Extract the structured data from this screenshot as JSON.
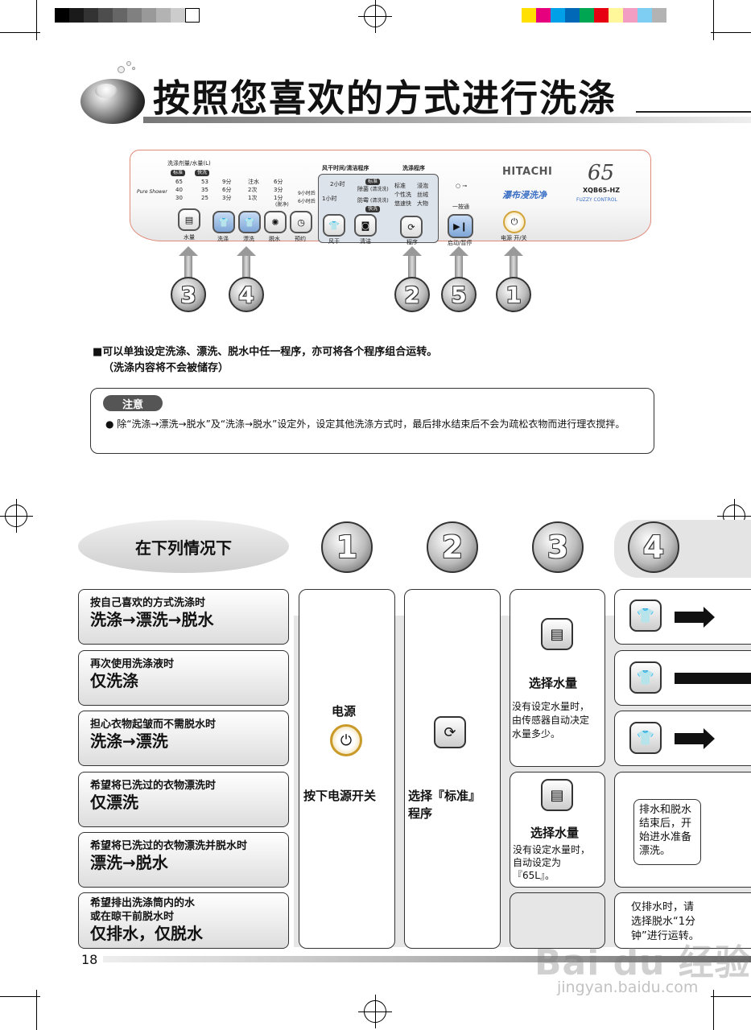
{
  "page": {
    "title": "按照您喜欢的方式进行洗涤",
    "page_number": "18"
  },
  "panel": {
    "detergent_label": "洗涤剂量/水量(L)",
    "tag_standard": "标准",
    "tag_quick": "快洗",
    "water_levels": [
      "65",
      "53",
      "40",
      "35",
      "30",
      "25"
    ],
    "wash_times": [
      "9分",
      "6分",
      "3分"
    ],
    "rinse_options": [
      "注水",
      "2次",
      "1次"
    ],
    "spin_times": [
      "6分",
      "3分",
      "1分"
    ],
    "spin_note": "(脱净)",
    "timer_options": [
      "9小时后",
      "6小时后"
    ],
    "dry_header": "风干时间/清洁程序",
    "dry_times": [
      "2小时",
      "1小时"
    ],
    "dry_programs": [
      "除菌",
      "防霉"
    ],
    "dry_program_notes": [
      "(清洗洗)",
      "(清洗洗)"
    ],
    "program_header": "洗涤程序",
    "programs": [
      "标准",
      "浸泡",
      "个性洗",
      "丝绒",
      "悠速快",
      "大物"
    ],
    "oneclick_label": "一按通",
    "lock_symbol": "○ ⊸",
    "brand": "HITACHI",
    "brand_cn": "瀑布浸洗净",
    "model_big": "65",
    "model": "XQB65-HZ",
    "fuzzy": "FUZZY CONTROL",
    "logo_text": "Pure Shower",
    "btn_water": "水量",
    "btn_wash": "洗涤",
    "btn_rinse": "漂洗",
    "btn_spin": "脱水",
    "btn_timer": "预约",
    "btn_dry": "风干",
    "btn_clean": "清洁",
    "btn_program": "程序",
    "btn_start": "启动/暂停",
    "btn_power": "电源 开/关"
  },
  "callouts": [
    "3",
    "4",
    "2",
    "5",
    "1"
  ],
  "description": {
    "line1": "■可以单独设定洗涤、漂洗、脱水中任一程序，亦可将各个程序组合运转。",
    "line2": "（洗涤内容将不会被储存）"
  },
  "notice": {
    "tag": "注意",
    "text": "● 除“洗涤→漂洗→脱水”及“洗涤→脱水”设定外，设定其他洗涤方式时，最后排水结束后不会为疏松衣物而进行理衣搅拌。"
  },
  "table": {
    "header_conditions": "在下列情况下",
    "step_numbers": [
      "1",
      "2",
      "3",
      "4"
    ],
    "conditions": [
      {
        "sub": "按自己喜欢的方式洗涤时",
        "main": "洗涤→漂洗→脱水"
      },
      {
        "sub": "再次使用洗涤液时",
        "main": "仅洗涤"
      },
      {
        "sub": "担心衣物起皱而不需脱水时",
        "main": "洗涤→漂洗"
      },
      {
        "sub": "希望将已洗过的衣物漂洗时",
        "main": "仅漂洗"
      },
      {
        "sub": "希望将已洗过的衣物漂洗并脱水时",
        "main": "漂洗→脱水"
      },
      {
        "sub1": "希望排出洗涤筒内的水",
        "sub2": "或在晾干前脱水时",
        "main": "仅排水，仅脱水"
      }
    ],
    "col1": {
      "title": "电源",
      "action": "按下电源开关"
    },
    "col2": {
      "line1": "选择『标准』",
      "line2": "程序"
    },
    "col3a": {
      "title": "选择水量",
      "l1": "没有设定水量时，",
      "l2": "由传感器自动决定",
      "l3": "水量多少。"
    },
    "col3b": {
      "title": "选择水量",
      "l1": "没有设定水量时，",
      "l2": "自动设定为",
      "l3": "『65L』。"
    },
    "col4_bubble1": {
      "l1": "排水和脱水",
      "l2": "结束后，开",
      "l3": "始进水准备",
      "l4": "漂洗。"
    },
    "col4_bubble2": {
      "l1": "仅排水时，请",
      "l2": "选择脱水“1分",
      "l3": "钟”进行运转。"
    }
  },
  "watermark": {
    "main": "Bai du 经验",
    "sub": "jingyan.baidu.com"
  },
  "colors": {
    "calibration_gray": [
      "#000000",
      "#1a1a1a",
      "#333333",
      "#4d4d4d",
      "#666666",
      "#808080",
      "#999999",
      "#b3b3b3",
      "#cccccc",
      "#ffffff"
    ],
    "calibration_color": [
      "#ffe000",
      "#e6007e",
      "#00a0e9",
      "#0068b7",
      "#00a651",
      "#e60012",
      "#fff799",
      "#f19ec2",
      "#7ecef4",
      "#b3b3b3"
    ],
    "brand_blue": "#3a6fc4",
    "power_gold": "#c99a28"
  }
}
